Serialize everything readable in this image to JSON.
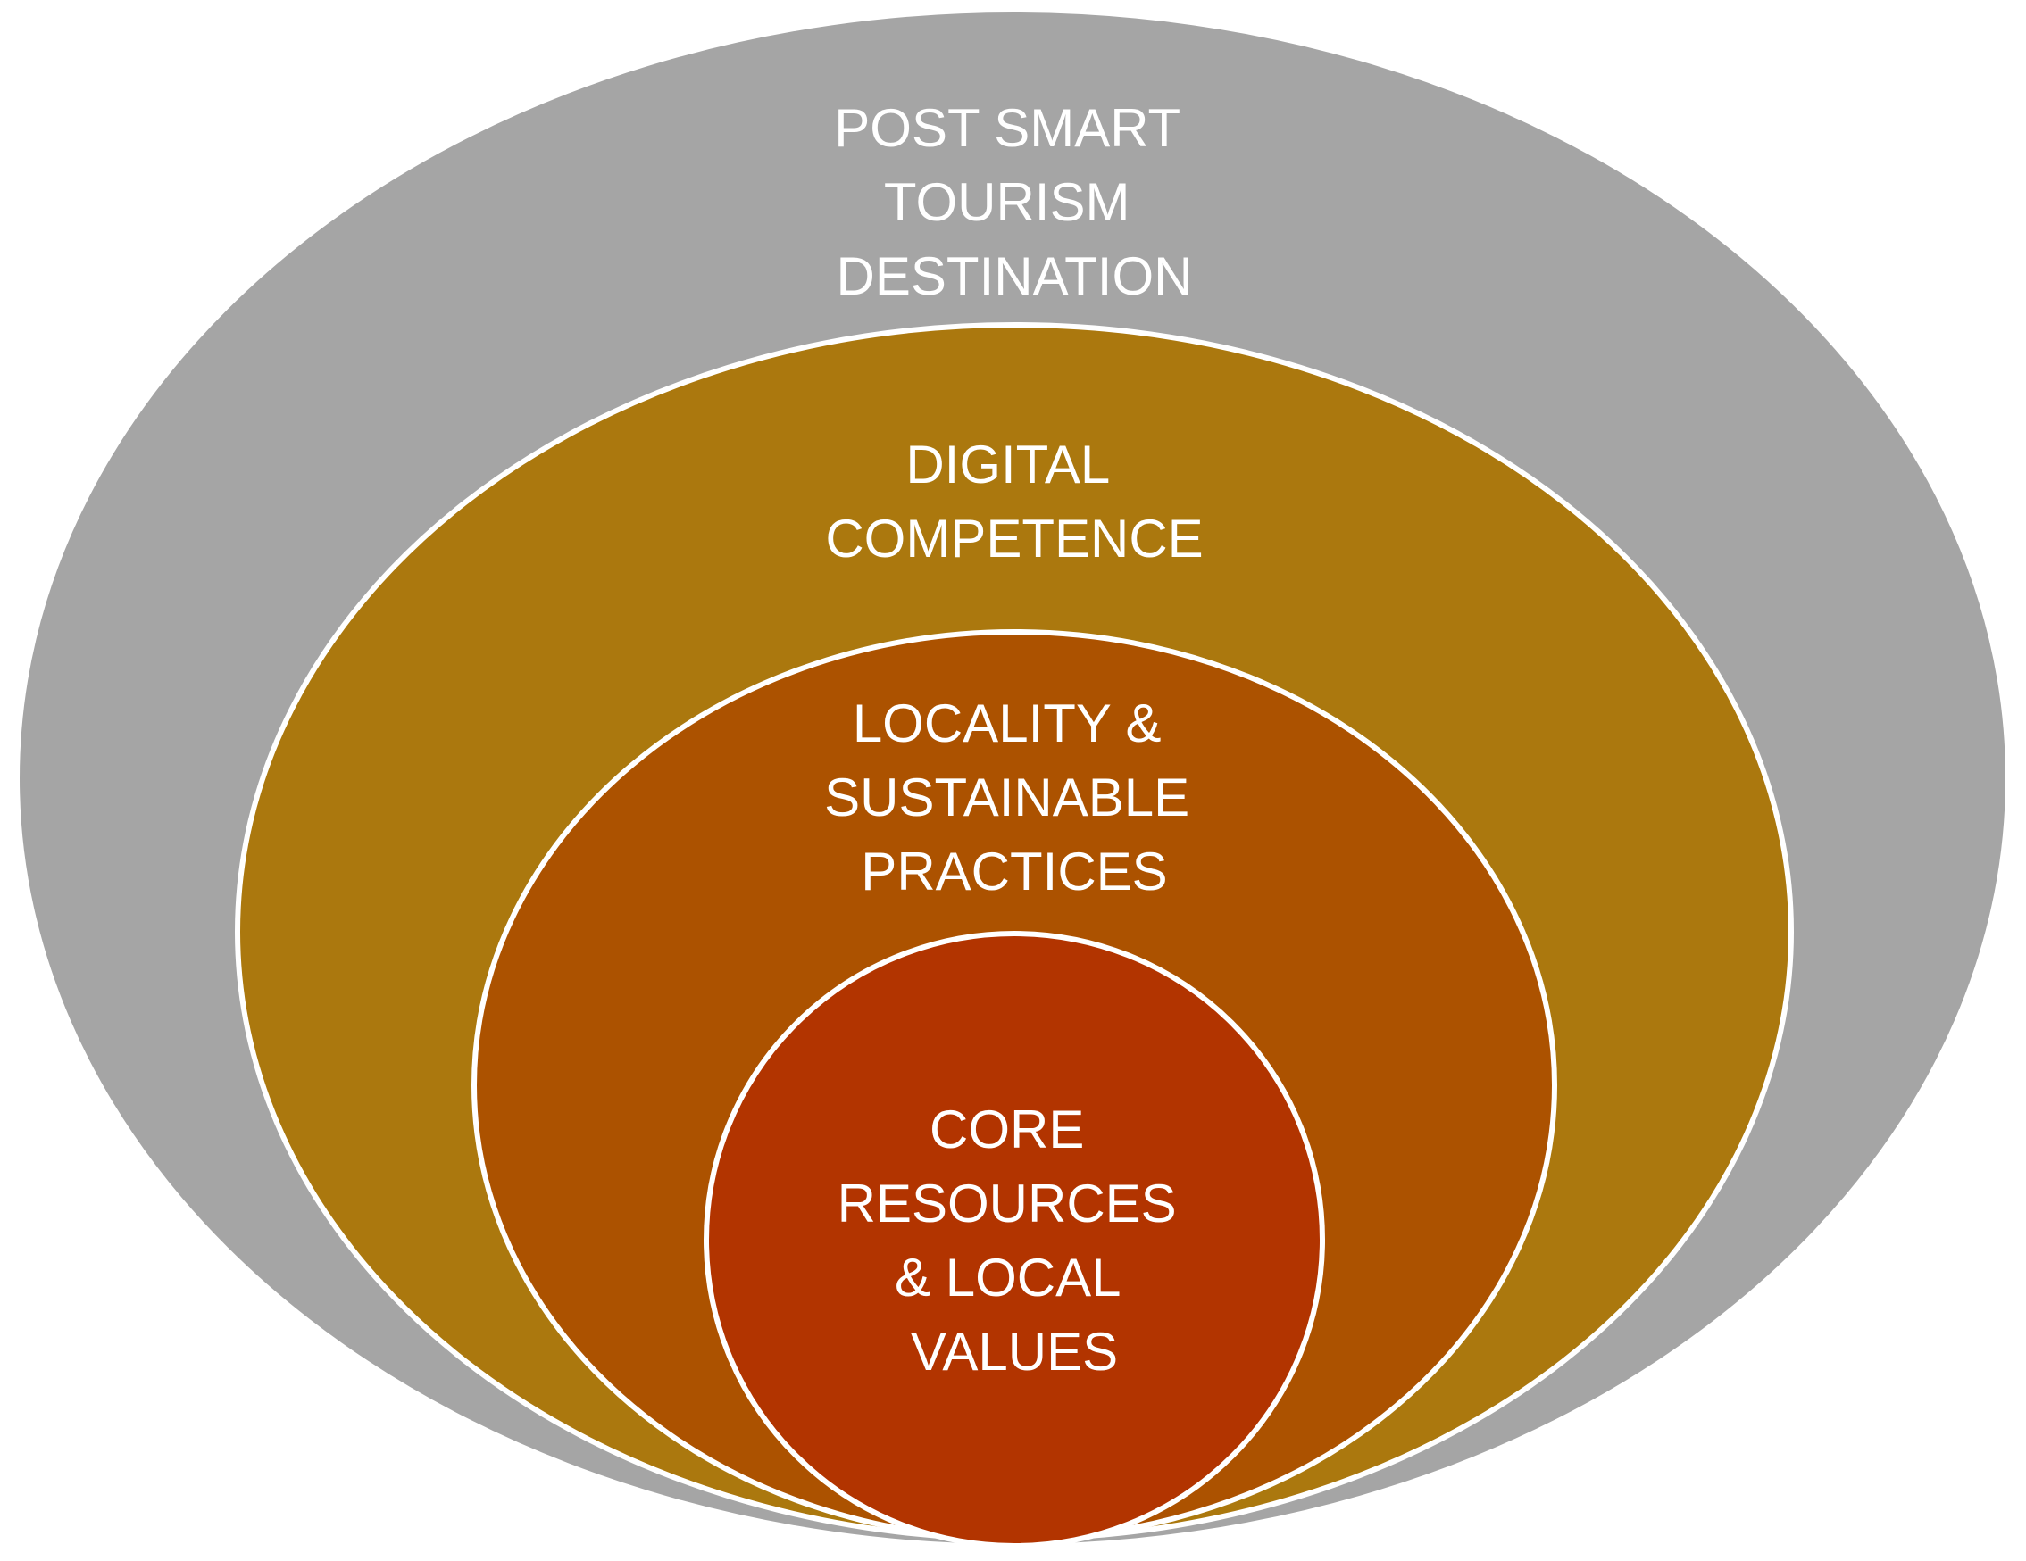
{
  "layers": [
    {
      "id": "outer",
      "lines": [
        "POST SMART",
        "TOURISM",
        "DESTINATION"
      ],
      "color": "#a5a5a5"
    },
    {
      "id": "second",
      "lines": [
        "DIGITAL",
        "COMPETENCE"
      ],
      "color": "#ab780e"
    },
    {
      "id": "third",
      "lines": [
        "LOCALITY &",
        "SUSTAINABLE",
        "PRACTICES"
      ],
      "color": "#ac5200"
    },
    {
      "id": "core",
      "lines": [
        "CORE",
        "RESOURCES",
        "& LOCAL",
        "VALUES"
      ],
      "color": "#b23400"
    }
  ],
  "stroke_color": "#ffffff"
}
